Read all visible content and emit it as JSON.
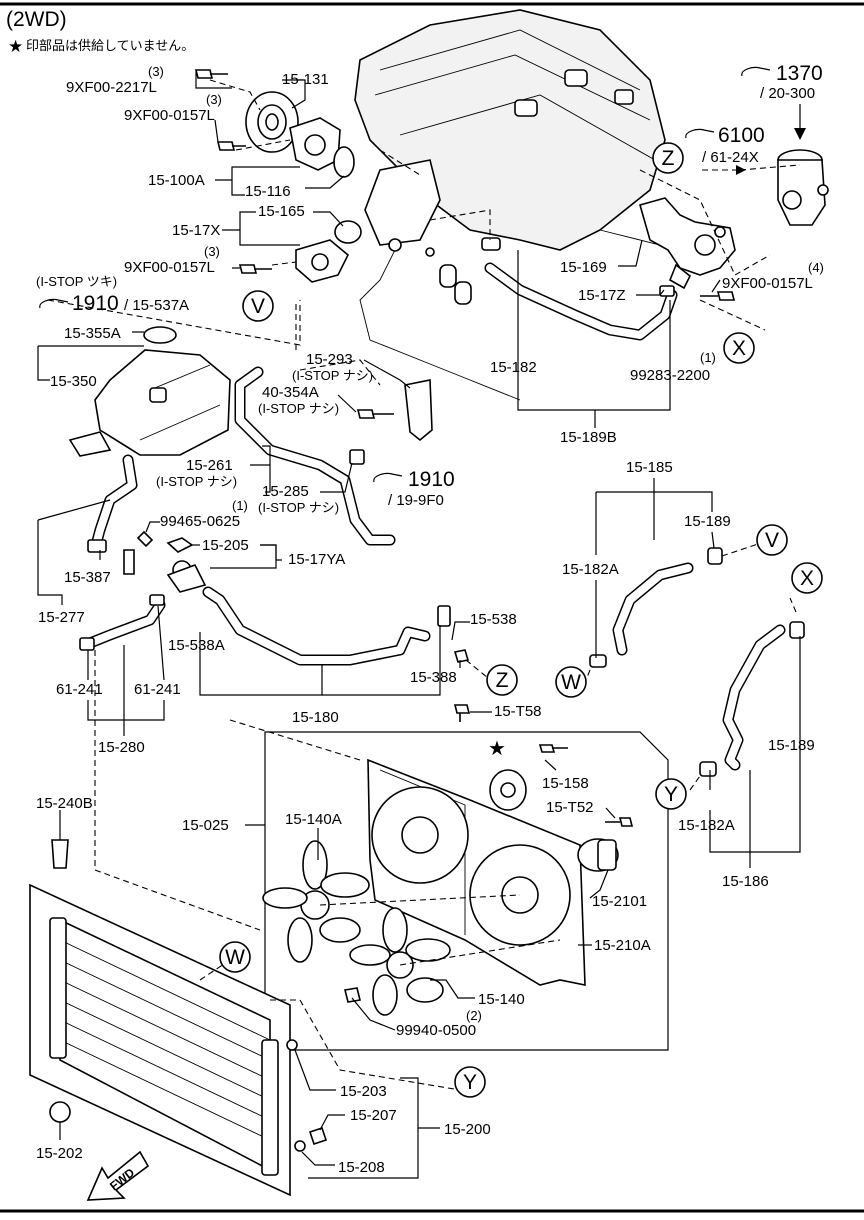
{
  "header": {
    "variant": "(2WD)",
    "note_star": "★",
    "note_text": "印部品は供給していません。"
  },
  "callouts": {
    "ref1370": "1370",
    "ref1370_sub": "/ 20-300",
    "ref6100": "6100",
    "ref6100_sub": "/ 61-24X",
    "ref1910a": "1910",
    "ref1910a_sub": "/ 15-537A",
    "ref1910b": "1910",
    "ref1910b_sub": "/ 19-9F0",
    "istop_tsuki": "(I-STOP ツキ)"
  },
  "markers": [
    "Z",
    "V",
    "X",
    "W",
    "Y"
  ],
  "labels": {
    "q3a": "(3)",
    "p9xf00_2217l": "9XF00-2217L",
    "q3b": "(3)",
    "p9xf00_0157l_a": "9XF00-0157L",
    "p15_131": "15-131",
    "p15_100a": "15-100A",
    "p15_116": "15-116",
    "p15_165": "15-165",
    "p15_17x": "15-17X",
    "q3c": "(3)",
    "p9xf00_0157l_b": "9XF00-0157L",
    "p15_355a": "15-355A",
    "p15_350": "15-350",
    "p15_293": "15-293",
    "istop_nashi_a": "(I-STOP ナシ)",
    "p40_354a": "40-354A",
    "istop_nashi_b": "(I-STOP ナシ)",
    "p15_261": "15-261",
    "istop_nashi_c": "(I-STOP ナシ)",
    "p15_285": "15-285",
    "istop_nashi_d": "(I-STOP ナシ)",
    "q1a": "(1)",
    "p99465_0625": "99465-0625",
    "p15_205": "15-205",
    "p15_17ya": "15-17YA",
    "p15_387": "15-387",
    "p15_277": "15-277",
    "p15_538a": "15-538A",
    "p15_538": "15-538",
    "p15_388": "15-388",
    "p61_241a": "61-241",
    "p61_241b": "61-241",
    "p15_280": "15-280",
    "p15_180": "15-180",
    "p15_169": "15-169",
    "p15_17z": "15-17Z",
    "q4": "(4)",
    "p9xf00_0157l_c": "9XF00-0157L",
    "p15_182": "15-182",
    "q1b": "(1)",
    "p99283_2200": "99283-2200",
    "p15_189b": "15-189B",
    "p15_185": "15-185",
    "p15_189a": "15-189",
    "p15_182a_a": "15-182A",
    "p15_189c": "15-189",
    "p15_182a_b": "15-182A",
    "p15_186": "15-186",
    "p15_t58": "15-T58",
    "p15_158": "15-158",
    "p15_t52": "15-T52",
    "p15_025": "15-025",
    "p15_140a": "15-140A",
    "p15_2101": "15-2101",
    "p15_210a": "15-210A",
    "p15_140": "15-140",
    "q2": "(2)",
    "p99940_0500": "99940-0500",
    "p15_240b": "15-240B",
    "p15_203": "15-203",
    "p15_207": "15-207",
    "p15_200": "15-200",
    "p15_208": "15-208",
    "p15_202": "15-202",
    "fwd": "FWD"
  }
}
